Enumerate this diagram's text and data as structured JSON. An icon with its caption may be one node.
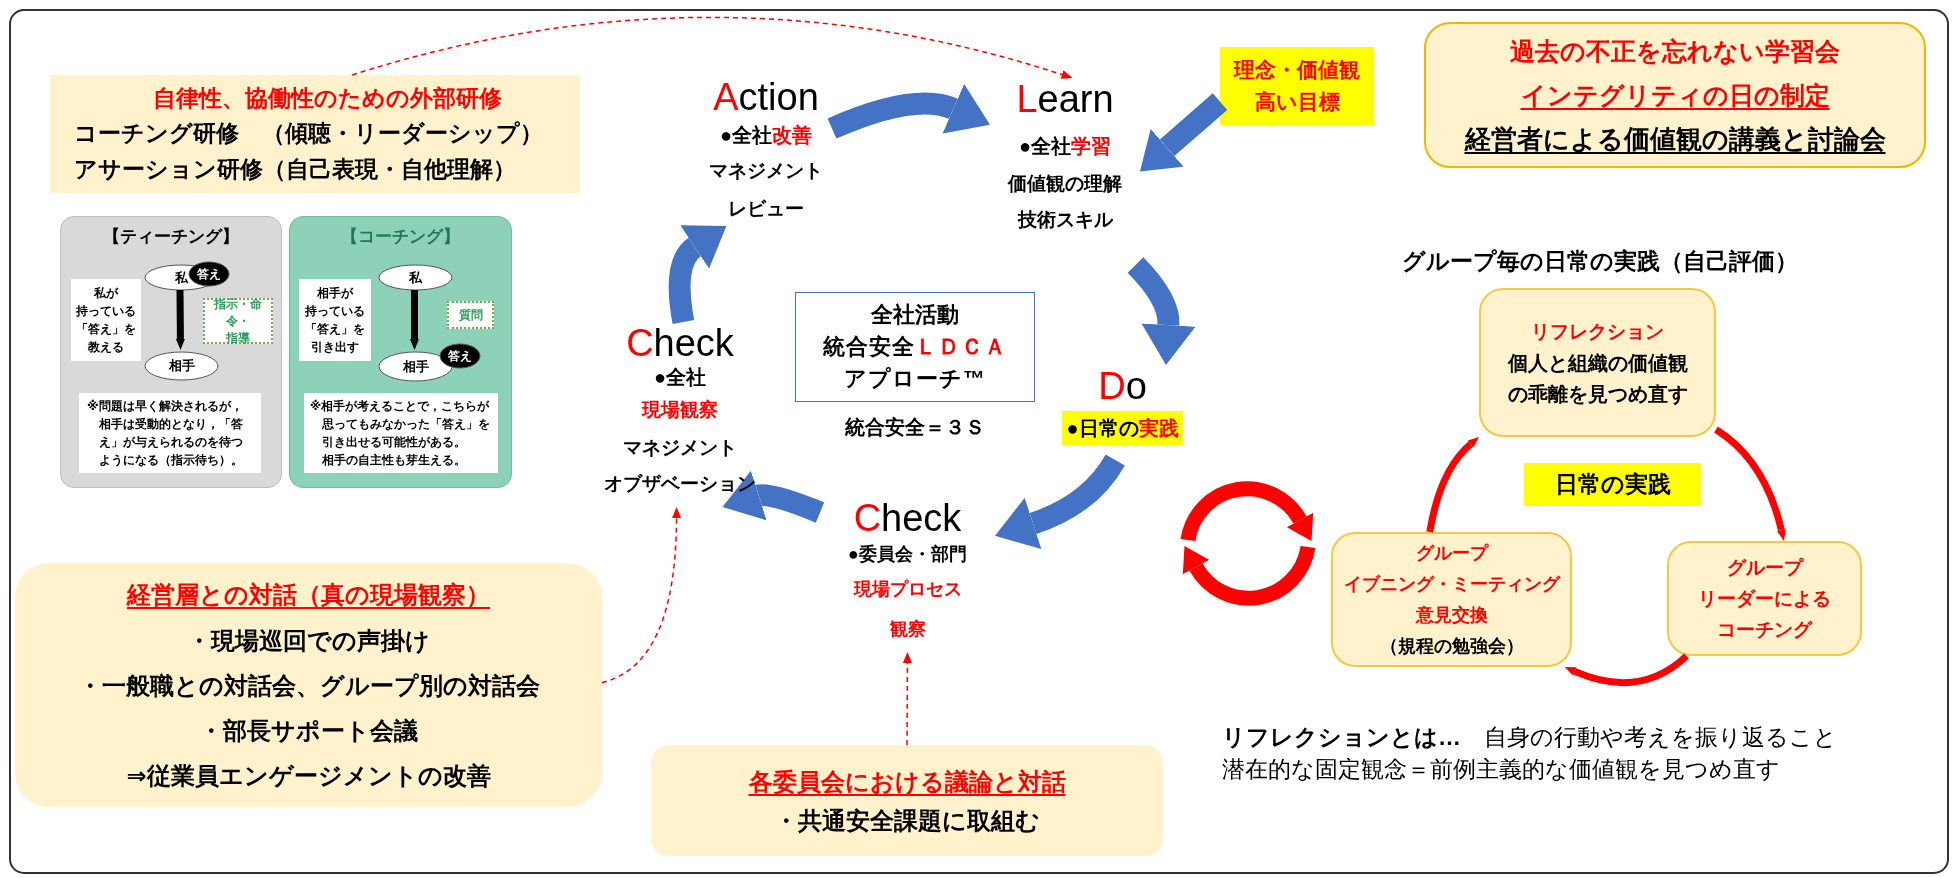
{
  "diagram": {
    "nodes": [
      {
        "text": [
          "自律性、協働性のための外部研修",
          "コーチング研修　（傾聴・リーダーシップ）",
          "アサーション研修（自己表現・自他理解）"
        ]
      },
      {
        "text": [
          "【ティーチング】"
        ]
      },
      {
        "text": [
          "私が持っている「答え」を教える"
        ],
        "in": 1
      },
      {
        "text": [
          "私"
        ],
        "in": 1
      },
      {
        "text": [
          "答え"
        ],
        "in": 1
      },
      {
        "text": [
          "指示・命令・指導"
        ],
        "in": 1
      },
      {
        "text": [
          "相手"
        ],
        "in": 1
      },
      {
        "text": [
          "※問題は早く解決されるが，相手は受動的となり，「答え」が与えられるのを待つようになる（指示待ち）。"
        ],
        "in": 1
      },
      {
        "text": [
          "【コーチング】"
        ]
      },
      {
        "text": [
          "相手が持っている「答え」を引き出す"
        ],
        "in": 8
      },
      {
        "text": [
          "私"
        ],
        "in": 8
      },
      {
        "text": [
          "質問"
        ],
        "in": 8
      },
      {
        "text": [
          "相手"
        ],
        "in": 8
      },
      {
        "text": [
          "答え"
        ],
        "in": 8
      },
      {
        "text": [
          "※相手が考えることで，こちらが思ってもみなかった「答え」を引き出せる可能性がある。相手の自主性も芽生える。"
        ],
        "in": 8
      },
      {
        "text": [
          "Action",
          "●全社改善",
          "マネジメントレビュー"
        ]
      },
      {
        "text": [
          "Learn",
          "●全社学習",
          "価値観の理解",
          "技術スキル"
        ]
      },
      {
        "text": [
          "理念・価値観高い目標"
        ]
      },
      {
        "text": [
          "過去の不正を忘れない学習会",
          "インテグリティの日の制定",
          "経営者による価値観の講義と討論会"
        ]
      },
      {
        "text": [
          "全社活動",
          "統合安全ＬＤＣＡアプローチ™"
        ],
        "beside": [
          "統合安全＝３Ｓ"
        ]
      },
      {
        "text": [
          "Check",
          "●全社",
          "現場観察",
          "マネジメントオブザベーション"
        ]
      },
      {
        "text": [
          "Do",
          "●日常の実践"
        ]
      },
      {
        "text": [
          "リフレクション",
          "個人と組織の価値観の乖離を見つめ直す"
        ]
      },
      {
        "text": [
          "日常の実践"
        ]
      },
      {
        "text": [
          "グループイブニング・ミーティング意見交換",
          "（規程の勉強会）"
        ]
      },
      {
        "text": [
          "グループリーダーによるコーチング"
        ]
      },
      {
        "text": [
          "Check",
          "●委員会・部門",
          "現場プロセス観察"
        ]
      },
      {
        "text": [
          "経営層との対話（真の現場観察）",
          "・現場巡回での声掛け",
          "・一般職との対話会、グループ別の対話会",
          "・部長サポート会議",
          "⇒従業員エンゲージメントの改善"
        ]
      },
      {
        "text": [
          "各委員会における議論と対話",
          "・共通安全課題に取組む"
        ]
      }
    ],
    "edges": [
      {
        "from": 0,
        "to": 16,
        "arrow": "to",
        "style": "dashed",
        "color": "#ff0000"
      },
      {
        "from": 3,
        "to": 6,
        "arrow": "to",
        "color": "#000000"
      },
      {
        "from": 10,
        "to": 12,
        "arrow": "to",
        "color": "#000000"
      },
      {
        "from": 15,
        "to": 16,
        "arrow": "to",
        "style": "thick",
        "color": "#4472c4"
      },
      {
        "from": 17,
        "to": 16,
        "arrow": "to",
        "style": "thick",
        "color": "#4472c4"
      },
      {
        "from": 16,
        "to": 21,
        "arrow": "to",
        "style": "thick",
        "color": "#4472c4"
      },
      {
        "from": 21,
        "to": 26,
        "arrow": "to",
        "style": "thick",
        "color": "#4472c4"
      },
      {
        "from": 26,
        "to": 20,
        "arrow": "to",
        "style": "thick",
        "color": "#4472c4"
      },
      {
        "from": 20,
        "to": 15,
        "arrow": "to",
        "style": "thick",
        "color": "#4472c4"
      },
      {
        "from": 24,
        "to": 22,
        "arrow": "to",
        "color": "#ff0000"
      },
      {
        "from": 22,
        "to": 25,
        "arrow": "to",
        "color": "#ff0000"
      },
      {
        "from": 25,
        "to": 24,
        "arrow": "to",
        "color": "#ff0000"
      },
      {
        "from": 27,
        "to": 20,
        "arrow": "to",
        "style": "dashed",
        "color": "#ff0000"
      },
      {
        "from": 28,
        "to": 26,
        "arrow": "to",
        "style": "dashed",
        "color": "#ff0000"
      }
    ],
    "labels": [
      "グループ毎の日常の実践（自己評価）",
      "**リフレクションとは…**　自身の行動や考えを振り返ること",
      "潜在的な固定観念＝前例主義的な価値観を見つめ直す"
    ]
  }
}
